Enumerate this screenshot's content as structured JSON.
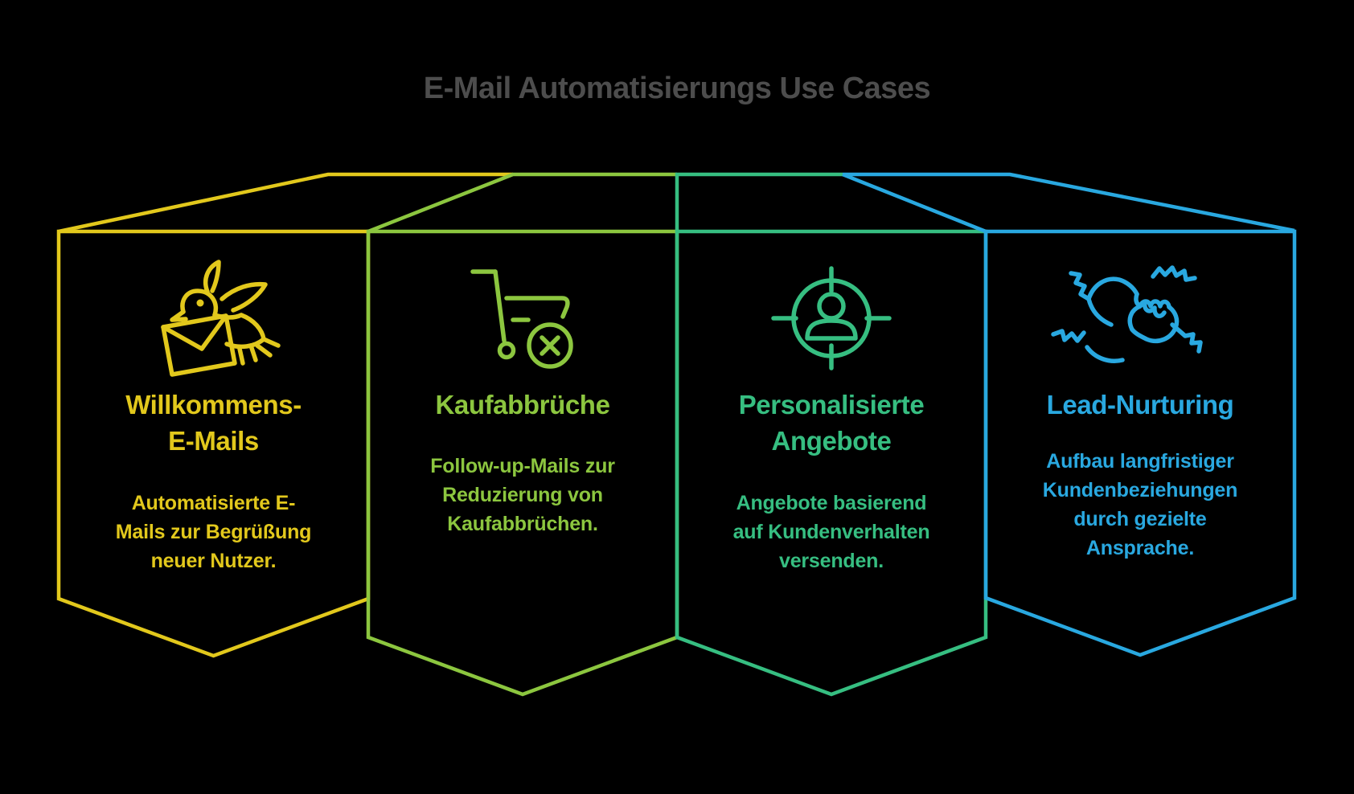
{
  "background": "#000000",
  "title": {
    "text": "E-Mail Automatisierungs Use Cases",
    "color": "#4D4D4D"
  },
  "cards": [
    {
      "id": "willkommens-e-mails",
      "color": "#E2C81C",
      "icon": "bird-with-envelope-icon",
      "title": "Willkommens-\nE-Mails",
      "body": "Automatisierte E-\nMails zur Begrüßung\nneuer Nutzer."
    },
    {
      "id": "kaufabbrueche",
      "color": "#8CC63F",
      "icon": "abandoned-cart-icon",
      "title": "Kaufabbrüche",
      "body": "Follow-up-Mails zur\nReduzierung von\nKaufabbrüchen."
    },
    {
      "id": "personalisierte-angebote",
      "color": "#36BE81",
      "icon": "customer-target-icon",
      "title": "Personalisierte\nAngebote",
      "body": "Angebote basierend\nauf Kundenverhalten\nversenden."
    },
    {
      "id": "lead-nurturing",
      "color": "#29A8E0",
      "icon": "hands-partnership-icon",
      "title": "Lead-Nurturing",
      "body": "Aufbau langfristiger\nKundenbeziehungen\ndurch gezielte\nAnsprache."
    }
  ]
}
